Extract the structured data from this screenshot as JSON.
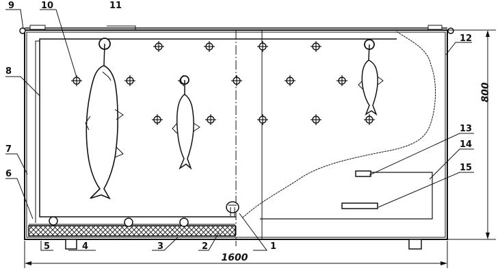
{
  "callouts": [
    "1",
    "2",
    "3",
    "4",
    "5",
    "6",
    "7",
    "8",
    "9",
    "10",
    "11",
    "12",
    "13",
    "14",
    "15"
  ],
  "dimensions": {
    "width": "1600",
    "height": "800"
  },
  "colors": {
    "ink": "#111111",
    "background": "#ffffff"
  }
}
